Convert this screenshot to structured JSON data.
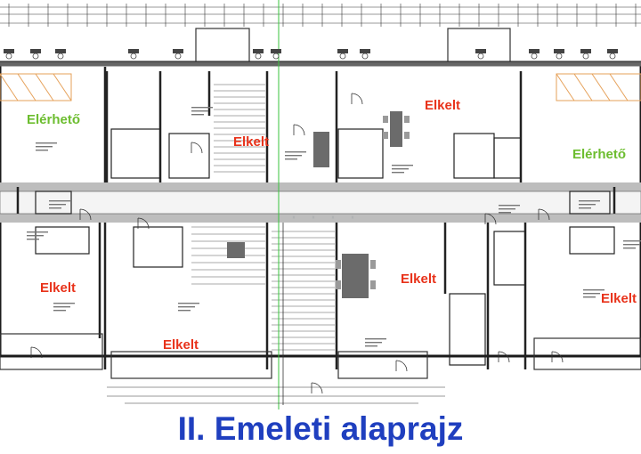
{
  "plan": {
    "caption": "II. Emeleti alaprajz",
    "units": [
      {
        "id": "u1",
        "status": "Elérhető",
        "color": "#6cbd2f"
      },
      {
        "id": "u2",
        "status": "Elkelt",
        "color": "#e8321a"
      },
      {
        "id": "u3",
        "status": "Elkelt",
        "color": "#e8321a"
      },
      {
        "id": "u4",
        "status": "Elérhető",
        "color": "#6cbd2f"
      },
      {
        "id": "u5",
        "status": "Elkelt",
        "color": "#e8321a"
      },
      {
        "id": "u6",
        "status": "Elkelt",
        "color": "#e8321a"
      },
      {
        "id": "u7",
        "status": "Elkelt",
        "color": "#e8321a"
      },
      {
        "id": "u8",
        "status": "Elkelt",
        "color": "#e8321a"
      }
    ]
  }
}
